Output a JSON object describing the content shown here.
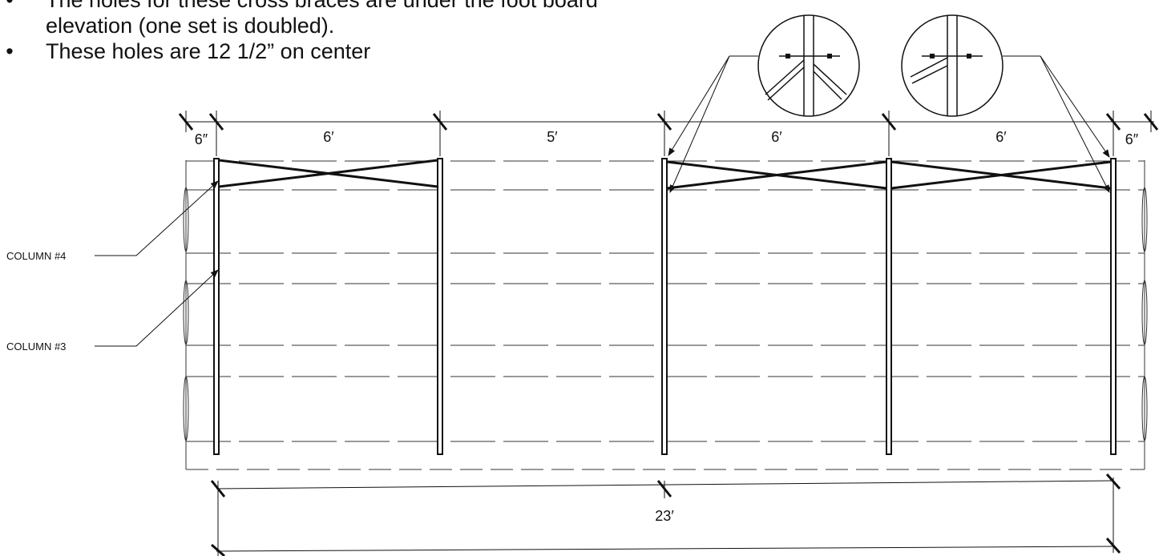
{
  "notes": [
    "The holes for these cross braces are under the foot board elevation (one set is doubled).",
    "These holes are 12 1/2” on center"
  ],
  "bullet_char": "•",
  "dimensions_top": [
    "6″",
    "6′",
    "5′",
    "6′",
    "6′",
    "6″"
  ],
  "dimension_overall": "23′",
  "callouts": [
    "COLUMN #4",
    "COLUMN #3"
  ],
  "detail_icons": [
    "brace-hole-detail-left",
    "brace-hole-detail-right"
  ]
}
